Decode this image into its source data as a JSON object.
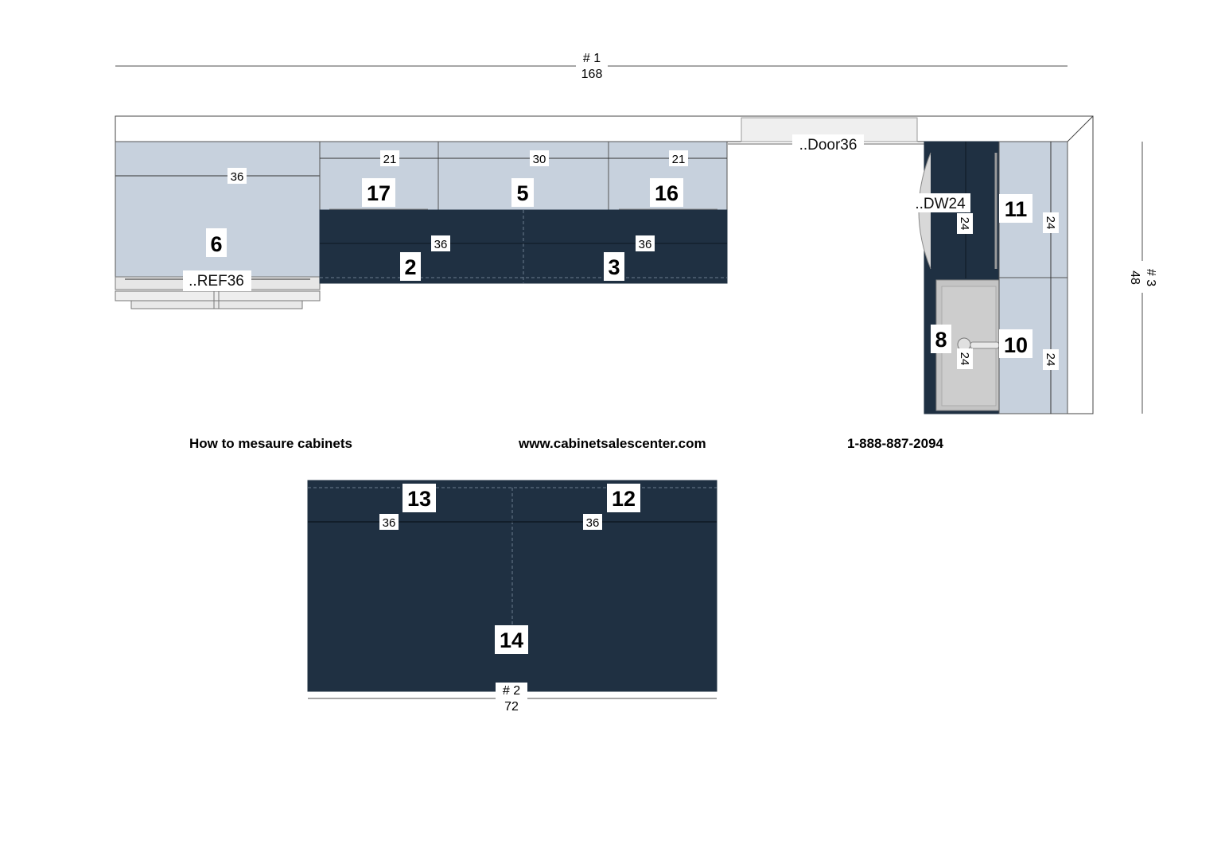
{
  "colors": {
    "navy": "#1f3042",
    "light_blue": "#c7d1dd",
    "wall": "#ffffff",
    "line": "#555555",
    "sink": "#c4c4c4"
  },
  "walls": {
    "top": {
      "name": "# 1",
      "length": "168"
    },
    "right": {
      "name": "# 3",
      "length": "48"
    },
    "island": {
      "name": "# 2",
      "length": "72"
    }
  },
  "cabinets": {
    "c6": {
      "number": "6",
      "width": "36"
    },
    "c17": {
      "number": "17",
      "width": "21"
    },
    "c5": {
      "number": "5",
      "width": "30"
    },
    "c16": {
      "number": "16",
      "width": "21"
    },
    "c2": {
      "number": "2",
      "width": "36"
    },
    "c3": {
      "number": "3",
      "width": "36"
    },
    "c11": {
      "number": "11",
      "width": "24"
    },
    "c10": {
      "number": "10",
      "width": "24"
    },
    "c8": {
      "number": "8"
    },
    "c8_base": {
      "width": "24"
    },
    "c11_base": {
      "width": "24"
    },
    "c13": {
      "number": "13",
      "width": "36"
    },
    "c12": {
      "number": "12",
      "width": "36"
    },
    "c14": {
      "number": "14"
    }
  },
  "appliances": {
    "ref": "..REF36",
    "door": "..Door36",
    "dw": "..DW24"
  },
  "footer": {
    "title": "How to mesaure cabinets",
    "website": "www.cabinetsalescenter.com",
    "phone": "1-888-887-2094"
  }
}
